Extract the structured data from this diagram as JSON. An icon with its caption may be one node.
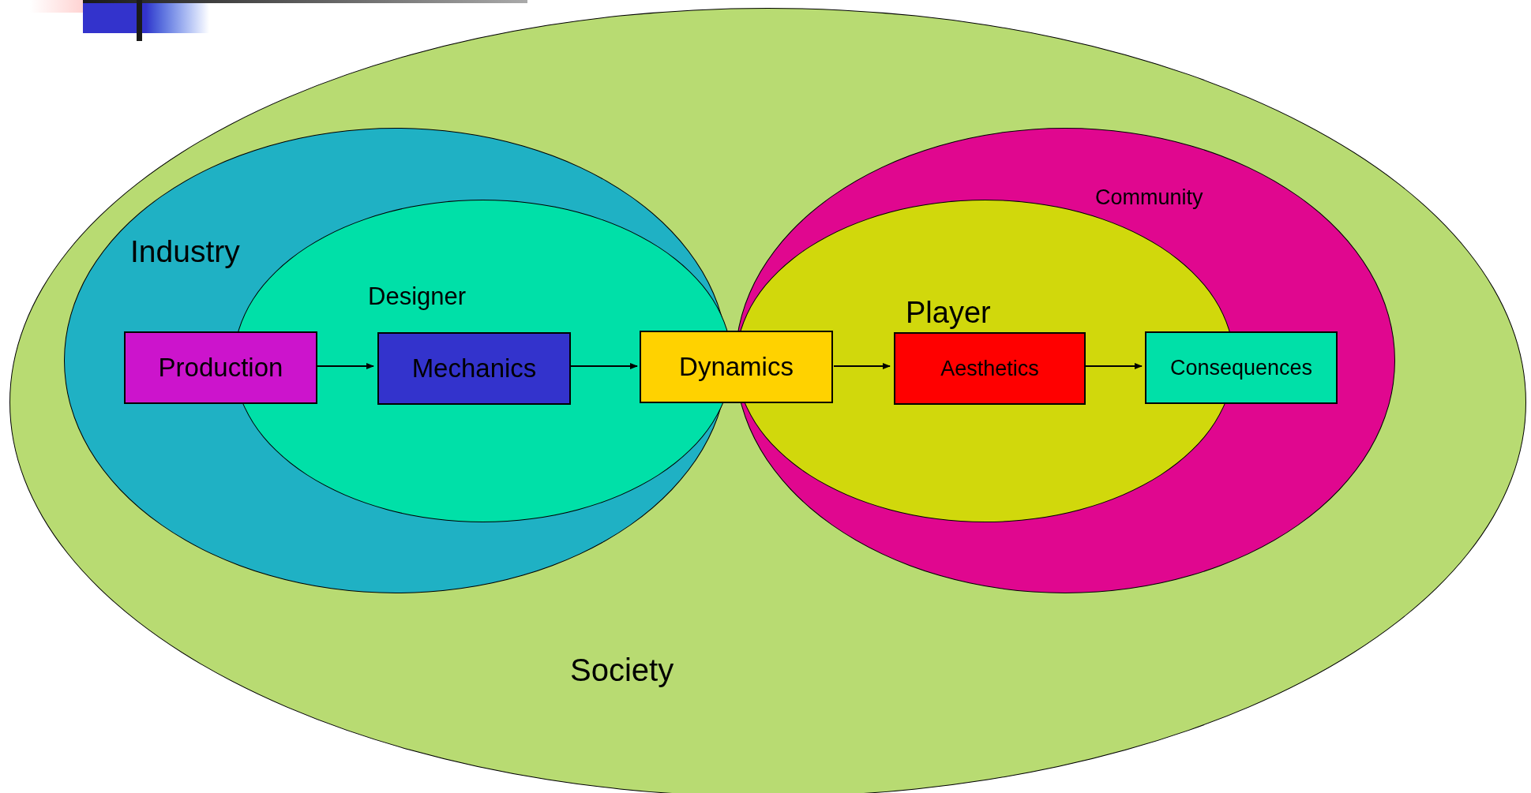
{
  "diagram": {
    "nodes": [
      {
        "text": [
          "Society"
        ]
      },
      {
        "text": [
          "Industry"
        ],
        "in": 0
      },
      {
        "text": [
          "Designer"
        ],
        "in": 1
      },
      {
        "text": [
          "Community"
        ],
        "in": 0
      },
      {
        "text": [
          "Player"
        ],
        "in": 3
      },
      {
        "text": [
          "Production"
        ],
        "in": 1
      },
      {
        "text": [
          "Mechanics"
        ],
        "in": 2
      },
      {
        "text": [
          "Dynamics"
        ],
        "in": 0
      },
      {
        "text": [
          "Aesthetics"
        ],
        "in": 4
      },
      {
        "text": [
          "Consequences"
        ],
        "in": 3
      }
    ],
    "edges": [
      {
        "from": 5,
        "to": 6,
        "arrow": "to"
      },
      {
        "from": 6,
        "to": 7,
        "arrow": "to"
      },
      {
        "from": 7,
        "to": 8,
        "arrow": "to"
      },
      {
        "from": 8,
        "to": 9,
        "arrow": "to"
      }
    ]
  }
}
